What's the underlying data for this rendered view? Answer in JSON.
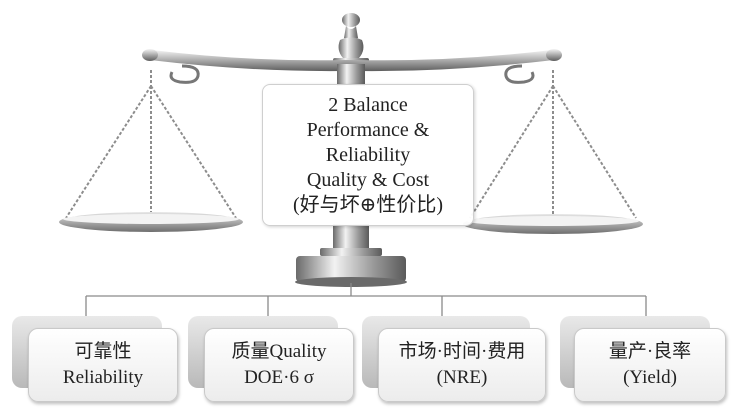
{
  "center_box": {
    "line1": "2 Balance",
    "line2": "Performance &",
    "line3": "Reliability",
    "line4": "Quality & Cost",
    "line5": "(好与坏⊕性价比)"
  },
  "cards": [
    {
      "line1": "可靠性",
      "line2": "Reliability"
    },
    {
      "line1": "质量Quality",
      "line2": "DOE·6 σ"
    },
    {
      "line1": "市场·时间·费用",
      "line2": "(NRE)"
    },
    {
      "line1": "量产·良率",
      "line2": "(Yield)"
    }
  ]
}
